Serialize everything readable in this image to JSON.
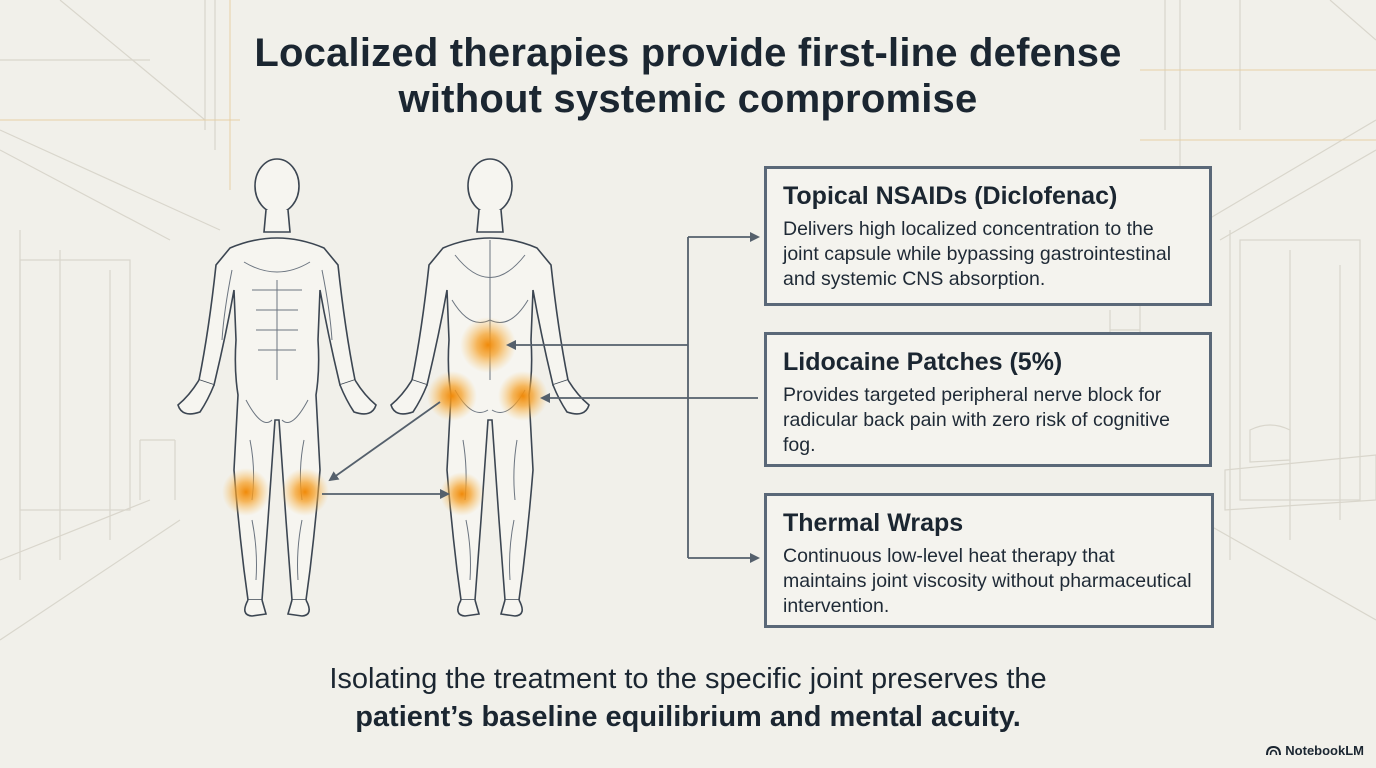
{
  "title": {
    "line1": "Localized therapies provide first-line defense",
    "line2": "without systemic compromise"
  },
  "cards": [
    {
      "title": "Topical NSAIDs (Diclofenac)",
      "description": "Delivers high localized concentration to the joint capsule while bypassing gastrointestinal and systemic CNS absorption."
    },
    {
      "title": "Lidocaine Patches (5%)",
      "description": "Provides targeted peripheral nerve block for radicular back pain with zero risk of cognitive fog."
    },
    {
      "title": "Thermal Wraps",
      "description": "Continuous low-level heat therapy that maintains joint viscosity without pharmaceutical intervention."
    }
  ],
  "footer": {
    "line1": "Isolating the treatment to the specific joint preserves the",
    "line2": "patient’s baseline equilibrium and mental acuity."
  },
  "brand": {
    "label": "NotebookLM",
    "icon": "notebooklm-logo-icon"
  },
  "colors": {
    "accent": "#f0960f",
    "border": "#5a6878",
    "text": "#1b2631",
    "background": "#f1f0ea"
  }
}
